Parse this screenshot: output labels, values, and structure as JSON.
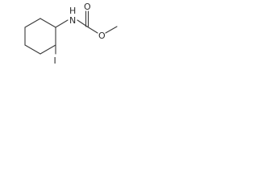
{
  "molecule": {
    "atoms": {
      "nitrogen_label": "N",
      "hydrogen_label": "H",
      "iodine_label": "I",
      "carbonyl_oxygen_label": "O",
      "ester_oxygen_label": "O"
    },
    "colors": {
      "bond": "#3a3a3a",
      "atom_text": "#2b2b2b",
      "background": "#ffffff"
    }
  }
}
